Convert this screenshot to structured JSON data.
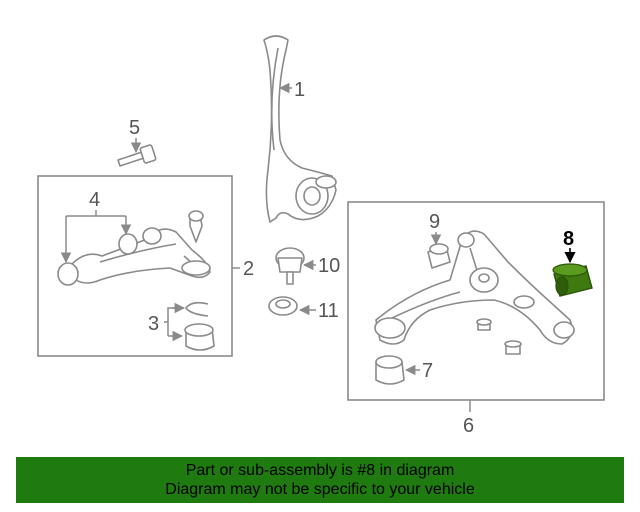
{
  "callouts": {
    "c1": "1",
    "c2": "2",
    "c3": "3",
    "c4": "4",
    "c5": "5",
    "c6": "6",
    "c7": "7",
    "c8": "8",
    "c9": "9",
    "c10": "10",
    "c11": "11"
  },
  "highlight": {
    "part_number": "8",
    "color": "#3f7a10"
  },
  "banner": {
    "line1": "Part or sub-assembly is #8 in diagram",
    "line2": "Diagram may not be specific to your vehicle",
    "background": "#1f7a0f"
  }
}
